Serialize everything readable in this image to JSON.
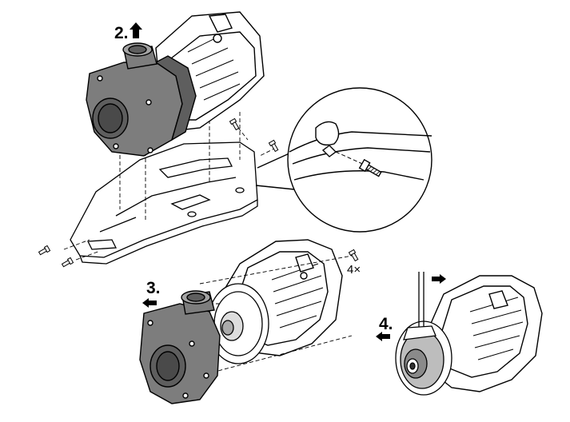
{
  "steps": {
    "step2": "2.",
    "step3": "3.",
    "step4": "4."
  },
  "screw_quantity": "4×",
  "colors": {
    "housing": "#7d7d7d",
    "housing_dark": "#5e5e5e",
    "housing_light": "#a3a3a3",
    "motor": "#ffffff",
    "outline": "#000000"
  },
  "icons": {
    "up_arrow": "arrow-up-icon",
    "left_arrow": "arrow-left-icon",
    "right_arrow": "arrow-right-icon",
    "magnifier": "detail-callout-icon"
  }
}
